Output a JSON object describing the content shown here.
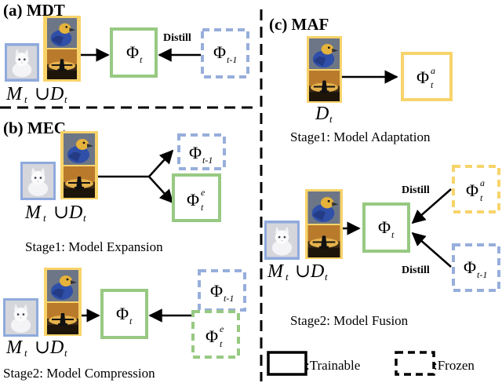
{
  "panels": {
    "mdt": {
      "title": "(a) MDT",
      "distill": "Distill"
    },
    "mec": {
      "title": "(b) MEC",
      "stage1": "Stage1: Model Expansion",
      "stage2": "Stage2: Model Compression"
    },
    "maf": {
      "title": "(c) MAF",
      "stage1": "Stage1: Model Adaptation",
      "stage2": "Stage2: Model Fusion",
      "distill_top": "Distill",
      "distill_bottom": "Distill"
    }
  },
  "symbols": {
    "phi": "Φ",
    "sub_t": "t",
    "sub_t_1": "t-1",
    "sup_a": "a",
    "sup_e": "e",
    "M": "M",
    "D": "D",
    "union": "∪"
  },
  "legend": {
    "trainable": ":Trainable",
    "frozen": ":Frozen"
  },
  "colors": {
    "green": "#97c982",
    "blue": "#97aedb",
    "yellow": "#f7d46b",
    "memory_blue": "#8faadc",
    "data_yellow": "#f8d36a"
  },
  "icons": [
    "cat-image-icon",
    "bird-image-icon",
    "airplane-image-icon"
  ]
}
